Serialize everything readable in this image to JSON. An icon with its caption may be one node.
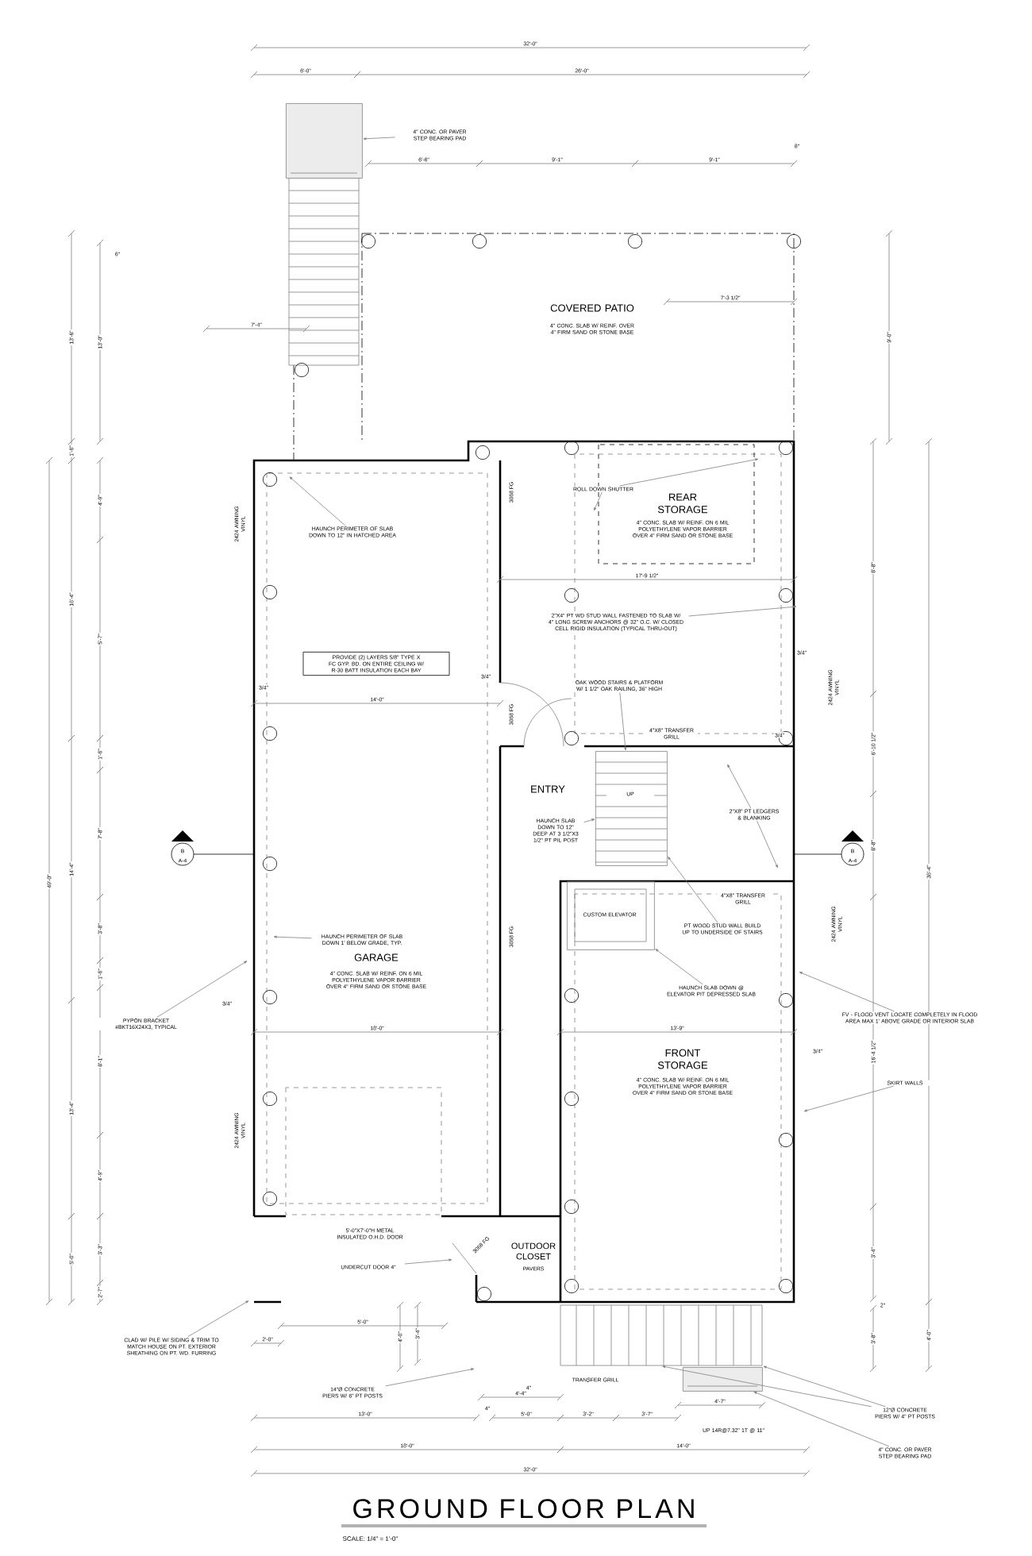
{
  "diagram": {
    "title": "GROUND FLOOR PLAN",
    "caption": "SCALE: 1/4\" = 1'-0\"",
    "nodes": [
      {
        "text": [
          "COVERED PATIO",
          "4\" CONC. SLAB W/ REINF. OVER 4\" FIRM SAND OR STONE BASE"
        ]
      },
      {
        "text": [
          "GARAGE",
          "4\" CONC. SLAB W/ REINF. ON 6 MIL POLYETHYLENE VAPOR BARRIER OVER 4\" FIRM SAND OR STONE BASE"
        ]
      },
      {
        "text": [
          "REAR STORAGE",
          "4\" CONC. SLAB W/ REINF. ON 6 MIL POLYETHYLENE VAPOR BARRIER OVER 4\" FIRM SAND OR STONE BASE"
        ]
      },
      {
        "text": [
          "ENTRY"
        ]
      },
      {
        "text": [
          "FRONT STORAGE",
          "4\" CONC. SLAB W/ REINF. ON 6 MIL POLYETHYLENE VAPOR BARRIER OVER 4\" FIRM SAND OR STONE BASE"
        ]
      },
      {
        "text": [
          "OUTDOOR CLOSET",
          "PAVERS"
        ]
      },
      {
        "text": [
          "PROVIDE (2) LAYERS 5/8\" TYPE X FC GYP. BD. ON ENTIRE CEILING W/ R-30 BATT INSULATION EACH BAY"
        ]
      },
      {
        "text": [
          "4\" CONC. OR PAVER STEP BEARING PAD"
        ]
      },
      {
        "text": [
          "HAUNCH PERIMETER OF SLAB DOWN TO 12\" IN HATCHED AREA"
        ]
      },
      {
        "text": [
          "ROLL DOWN SHUTTER"
        ]
      },
      {
        "text": [
          "2\"X4\" PT WD STUD WALL FASTENED TO SLAB W/ 4\" LONG SCREW ANCHORS @ 32\" O.C. W/ CLOSED CELL RIGID INSULATION (TYPICAL THRU-OUT)"
        ]
      },
      {
        "text": [
          "OAK WOOD STAIRS & PLATFORM W/ 1 1/2\" OAK RAILING, 36\" HIGH"
        ]
      },
      {
        "text": [
          "2\"X8\" PT LEDGERS & BLANKING"
        ]
      },
      {
        "text": [
          "HAUNCH SLAB DOWN TO 12\" DEEP AT 3 1/2\"X3 1/2\" PT PIL POST"
        ]
      },
      {
        "text": [
          "PT WOOD STUD WALL BUILD UP TO UNDERSIDE OF STAIRS"
        ]
      },
      {
        "text": [
          "HAUNCH SLAB DOWN @ ELEVATOR PIT DEPRESSED SLAB"
        ]
      },
      {
        "text": [
          "FV - FLOOD VENT LOCATE COMPLETELY IN FLOOD AREA MAX 1' ABOVE GRADE OR INTERIOR SLAB"
        ]
      },
      {
        "text": [
          "SKIRT WALLS"
        ]
      },
      {
        "text": [
          "HAUNCH PERIMETER OF SLAB DOWN 1' BELOW GRADE, TYP."
        ]
      },
      {
        "text": [
          "PYPON BRACKET #BKT16X24X3, TYPICAL"
        ]
      },
      {
        "text": [
          "UNDERCUT DOOR 4\""
        ]
      },
      {
        "text": [
          "CLAD W/ PILE W/ SIDING & TRIM TO MATCH HOUSE ON PT. EXTERIOR SHEATHING ON PT. WD. FURRING"
        ]
      },
      {
        "text": [
          "14\"Ø CONCRETE PIERS W/ 6\" PT POSTS"
        ]
      },
      {
        "text": [
          "12\"Ø CONCRETE PIERS W/ 4\" PT POSTS"
        ]
      },
      {
        "text": [
          "4\" CONC. OR PAVER STEP BEARING PAD"
        ]
      },
      {
        "text": [
          "UP"
        ]
      },
      {
        "text": [
          "CUSTOM ELEVATOR"
        ]
      },
      {
        "text": [],
        "shape": "picture"
      },
      {
        "text": [],
        "shape": "box"
      },
      {
        "text": [],
        "shape": "box"
      },
      {
        "text": [],
        "shape": "picture"
      }
    ],
    "edges": [
      {
        "from": 7,
        "to": 29,
        "arrow": "to"
      },
      {
        "from": 8,
        "to": null,
        "arrow": "to"
      },
      {
        "from": 9,
        "to": null,
        "arrow": "to"
      },
      {
        "from": 9,
        "to": null,
        "arrow": "to"
      },
      {
        "from": 10,
        "to": null,
        "arrow": "to"
      },
      {
        "from": 11,
        "to": 25,
        "arrow": "to"
      },
      {
        "from": 12,
        "to": null,
        "arrow": "to"
      },
      {
        "from": 12,
        "to": null,
        "arrow": "to"
      },
      {
        "from": 13,
        "to": 25,
        "arrow": "to"
      },
      {
        "from": 14,
        "to": 25,
        "arrow": "to"
      },
      {
        "from": 15,
        "to": 26,
        "arrow": "to"
      },
      {
        "from": 16,
        "to": null,
        "arrow": "to"
      },
      {
        "from": 17,
        "to": null,
        "arrow": "to"
      },
      {
        "from": 18,
        "to": null,
        "arrow": "to"
      },
      {
        "from": 19,
        "to": null,
        "arrow": "to"
      },
      {
        "from": 20,
        "to": 30,
        "arrow": "to"
      },
      {
        "from": 21,
        "to": null,
        "arrow": "to"
      },
      {
        "from": 22,
        "to": null,
        "arrow": "to"
      },
      {
        "from": 23,
        "to": 27,
        "arrow": "to"
      },
      {
        "from": 23,
        "to": 27,
        "arrow": "to"
      },
      {
        "from": 24,
        "to": 28,
        "arrow": "to"
      }
    ],
    "labels": [
      "32'-0\"",
      "6'-0\"",
      "26'-0\"",
      "6'-6\"",
      "9'-1\"",
      "9'-1\"",
      "8\"",
      "6\"",
      "13'-6\"",
      "13'-0\"",
      "1'-6\"",
      "16'-4\"",
      "14'-4\"",
      "13'-4\"",
      "5'-0\"",
      "49'-0\"",
      "4'-9\"",
      "5'-7\"",
      "1'-6\"",
      "7'-8\"",
      "3'-8\"",
      "1'-6\"",
      "8'-1\"",
      "4'-9\"",
      "3'-3\"",
      "2'-7\"",
      "9'-0\"",
      "8'-8\"",
      "6'-10 1/2\"",
      "8'-8\"",
      "16'-4 1/2\"",
      "3'-4\"",
      "2\"",
      "3'-8\"",
      "36'-4\"",
      "4'-0\"",
      "7'-4\"",
      "7'-3 1/2\"",
      "17'-9 1/2\"",
      "14'-0\"",
      "18'-0\"",
      "13'-9\"",
      "3/4\"",
      "3/4\"",
      "3/4\"",
      "3/4\"",
      "3/4\"",
      "3/4\"",
      "2'-0\"",
      "5'-0\"",
      "4'-0\"",
      "3'-4\"",
      "4'-4\"",
      "4\"",
      "4\"",
      "5'-0\"",
      "3'-2\"",
      "3'-7\"",
      "4'-7\"",
      "13'-0\"",
      "18'-0\"",
      "14'-0\"",
      "32'-0\"",
      "UP 14R@7.32\" 1T @ 11\"",
      "5'-0\"X7'-0\"H METAL INSULATED O.H.D. DOOR",
      "4\"X8\" TRANSFER GRILL",
      "4\"X8\" TRANSFER GRILL",
      "TRANSFER GRILL",
      "3068 FG",
      "3068 FG",
      "3068 FG",
      "3068 FG",
      "2424 AWNING VINYL",
      "2424 AWNING VINYL",
      "2424 AWNING VINYL",
      "2424 AWNING VINYL",
      "B",
      "A-4",
      "B",
      "A-4"
    ]
  }
}
